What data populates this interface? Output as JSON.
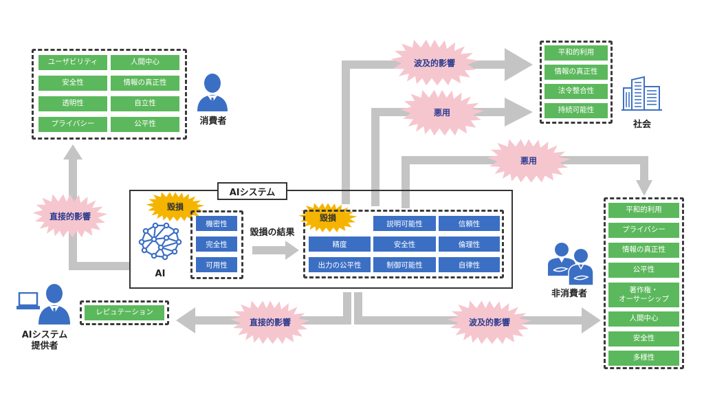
{
  "colors": {
    "value_green": "#5cb85c",
    "risk_blue": "#3b6fc4",
    "arrow_gray": "#c4c4c4",
    "burst_pink": "#f6c6cf",
    "burst_text": "#2c3b8f",
    "damage_orange": "#f5b400",
    "icon_blue": "#3b6fc4"
  },
  "consumer": {
    "label": "消費者",
    "values": [
      "ユーザビリティ",
      "人間中心",
      "安全性",
      "情報の真正性",
      "透明性",
      "自立性",
      "プライバシー",
      "公平性"
    ]
  },
  "society": {
    "label": "社会",
    "values": [
      "平和的利用",
      "情報の真正性",
      "法令整合性",
      "持続可能性"
    ]
  },
  "non_consumer": {
    "label": "非消費者",
    "values": [
      "平和的利用",
      "プライバシー",
      "情報の真正性",
      "公平性",
      "著作権・\nオーサーシップ",
      "人間中心",
      "安全性",
      "多様性"
    ]
  },
  "provider": {
    "label_line1": "AIシステム",
    "label_line2": "提供者",
    "values": [
      "レピュテーション"
    ]
  },
  "ai_system": {
    "title": "AIシステム",
    "ai_label": "AI",
    "damage_label_1": "毀損",
    "damage_label_2": "毀損",
    "damage_result": "毀損の結果",
    "security_values": [
      "機密性",
      "完全性",
      "可用性"
    ],
    "quality_values": [
      "説明可能性",
      "信頼性",
      "精度",
      "安全性",
      "倫理性",
      "出力の公平性",
      "制御可能性",
      "自律性"
    ]
  },
  "impacts": {
    "direct_to_consumer": "直接的影響",
    "ripple_to_society": "波及的影響",
    "misuse_to_society": "悪用",
    "misuse_to_non_consumer": "悪用",
    "direct_to_provider": "直接的影響",
    "ripple_to_non_consumer": "波及的影響"
  }
}
